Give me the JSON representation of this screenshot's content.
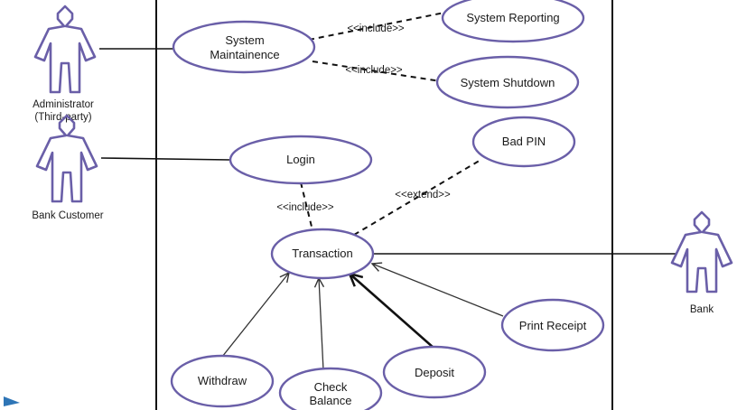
{
  "actors": {
    "administrator": {
      "line1": "Administrator",
      "line2": "(Third-party)"
    },
    "bank_customer": "Bank Customer",
    "bank": "Bank"
  },
  "use_cases": {
    "system_maintainence": {
      "line1": "System",
      "line2": "Maintainence"
    },
    "system_reporting": "System Reporting",
    "system_shutdown": "System Shutdown",
    "login": "Login",
    "bad_pin": "Bad PIN",
    "transaction": "Transaction",
    "print_receipt": "Print Receipt",
    "withdraw": "Withdraw",
    "check_balance": {
      "line1": "Check",
      "line2": "Balance"
    },
    "deposit": "Deposit"
  },
  "relations": {
    "include_reporting": "<<include>>",
    "include_shutdown": "<<include>>",
    "include_login": "<<include>>",
    "extend_bad_pin": "<<extend>>"
  },
  "colors": {
    "use_case_stroke": "#6a5fa8",
    "actor_stroke": "#6a5fa8",
    "corner_marker": "#2e75b6"
  },
  "icons": {
    "actor": "stick-figure-icon",
    "corner": "play-triangle-icon"
  }
}
